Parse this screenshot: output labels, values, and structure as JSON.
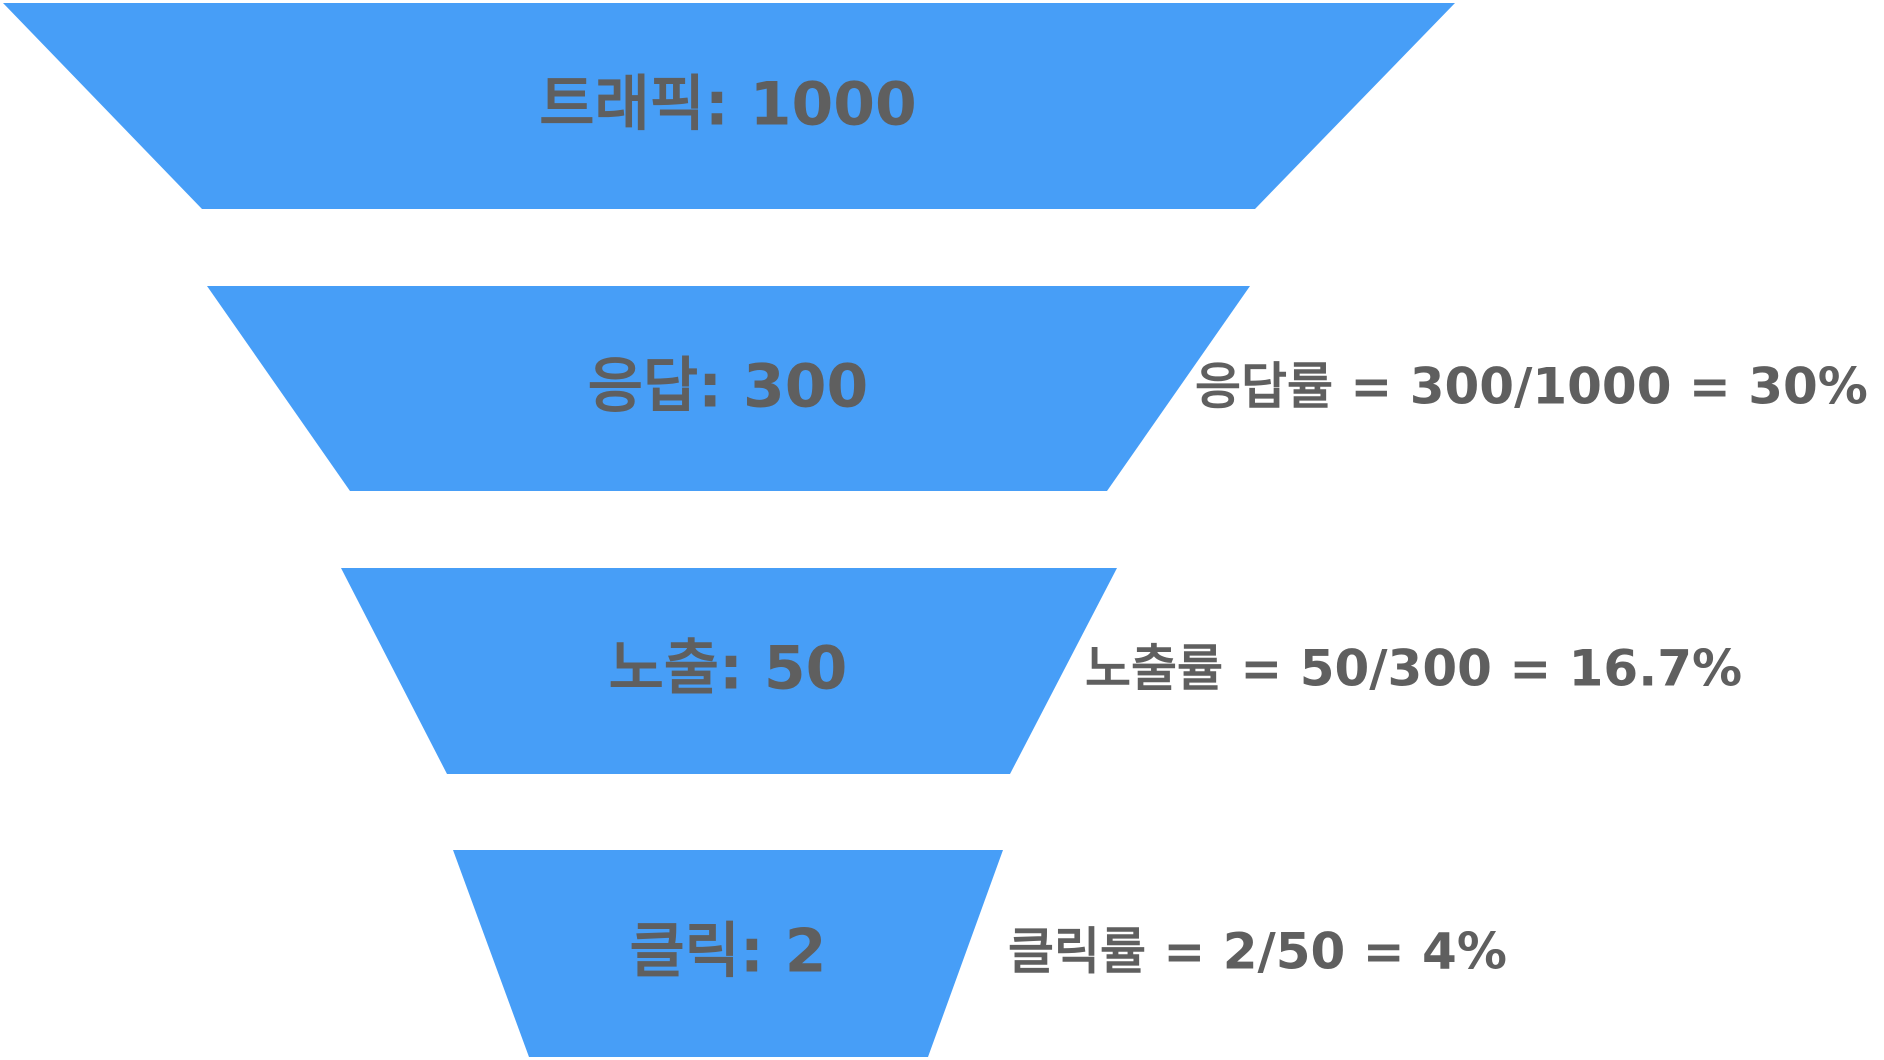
{
  "colors": {
    "funnel_fill": "#479ef7",
    "text": "#5f5f5f",
    "background": "#ffffff"
  },
  "stages": [
    {
      "label": "트래픽: 1000",
      "value": 1000,
      "rate_label": ""
    },
    {
      "label": "응답: 300",
      "value": 300,
      "rate_label": "응답률 = 300/1000 = 30%"
    },
    {
      "label": "노출: 50",
      "value": 50,
      "rate_label": "노출률 = 50/300 = 16.7%"
    },
    {
      "label": "클릭: 2",
      "value": 2,
      "rate_label": "클릭률 = 2/50 = 4%"
    }
  ]
}
